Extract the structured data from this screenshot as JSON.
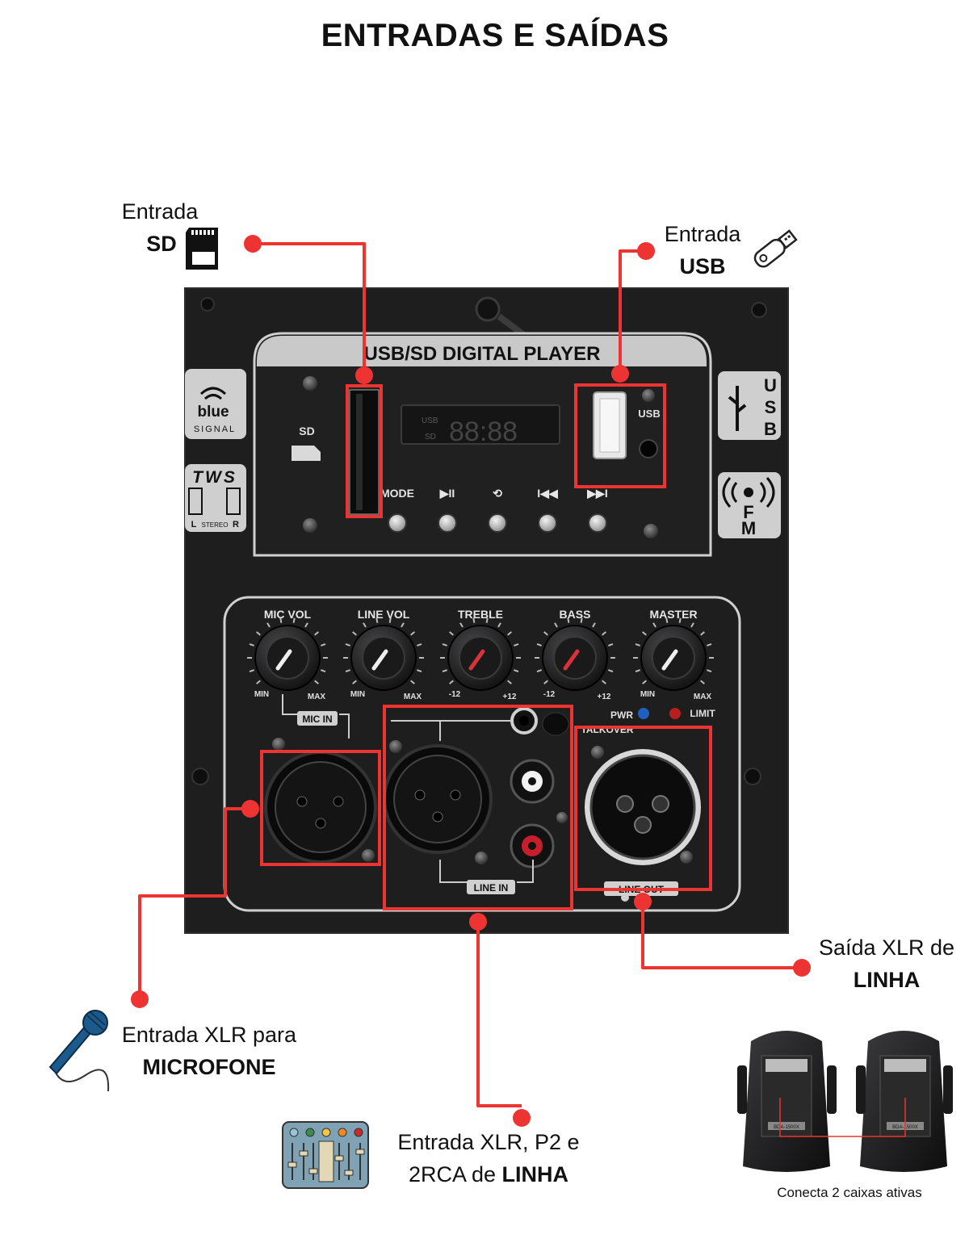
{
  "title": "ENTRADAS E SAÍDAS",
  "labels": {
    "sd": {
      "line1": "Entrada",
      "line2": "SD"
    },
    "usb": {
      "line1": "Entrada",
      "line2": "USB"
    },
    "line_out": {
      "line1": "Saída XLR de",
      "line2": "LINHA"
    },
    "mic": {
      "line1": "Entrada XLR para",
      "line2": "MICROFONE"
    },
    "line_in": {
      "line1": "Entrada XLR, P2 e",
      "line2_prefix": "2RCA de",
      "line2_bold": "LINHA"
    }
  },
  "caption": "Conecta 2 caixas ativas",
  "panel": {
    "player_title": "USB/SD DIGITAL PLAYER",
    "sd_slot_label": "SD",
    "display_usb": "USB",
    "display_sd": "SD",
    "display_digits": "88:88",
    "usb_port_label": "USB",
    "buttons": [
      "MODE",
      "▶II",
      "⟲",
      "I◀◀",
      "▶▶I"
    ],
    "badge_blue": "blue",
    "badge_signal": "SIGNAL",
    "badge_tws": "TWS",
    "badge_stereo": "STEREO",
    "badge_l": "L",
    "badge_r": "R",
    "badge_usb": "USB",
    "badge_fm": "FM",
    "knobs": [
      {
        "label": "MIC VOL",
        "min": "MIN",
        "max": "MAX",
        "pointer": "white"
      },
      {
        "label": "LINE VOL",
        "min": "MIN",
        "max": "MAX",
        "pointer": "white"
      },
      {
        "label": "TREBLE",
        "min": "-12",
        "max": "+12",
        "pointer": "red"
      },
      {
        "label": "BASS",
        "min": "-12",
        "max": "+12",
        "pointer": "red"
      },
      {
        "label": "MASTER",
        "min": "MIN",
        "max": "MAX",
        "pointer": "white"
      }
    ],
    "pwr": "PWR",
    "limit": "LIMIT",
    "mic_in": "MIC IN",
    "line_in": "LINE IN",
    "talkover": "TALKOVER",
    "line_out": "LINE OUT"
  },
  "speaker_model": "BDA-1500X",
  "colors": {
    "callout": "#ee3333",
    "panel": "#1e1e1f",
    "mic_icon": "#1c5a8c",
    "mixer_icon": "#7fa2b5"
  }
}
